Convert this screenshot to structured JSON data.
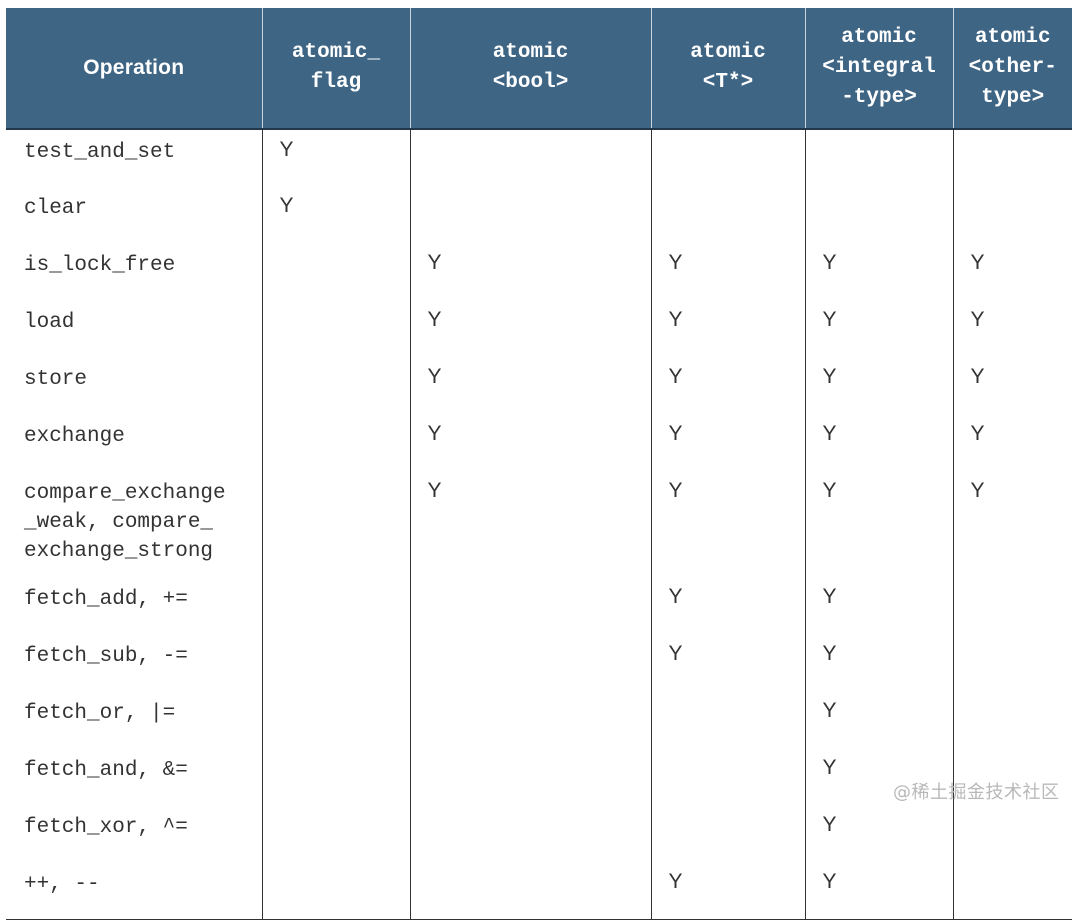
{
  "header": {
    "operation": "Operation",
    "types": [
      "atomic_\nflag",
      "atomic\n<bool>",
      "atomic\n<T*>",
      "atomic\n<integral\n-type>",
      "atomic\n<other-\ntype>"
    ]
  },
  "rows": [
    {
      "op": "test_and_set",
      "marks": [
        "Y",
        "",
        "",
        "",
        ""
      ]
    },
    {
      "op": "clear",
      "marks": [
        "Y",
        "",
        "",
        "",
        ""
      ]
    },
    {
      "op": "is_lock_free",
      "marks": [
        "",
        "Y",
        "Y",
        "Y",
        "Y"
      ]
    },
    {
      "op": "load",
      "marks": [
        "",
        "Y",
        "Y",
        "Y",
        "Y"
      ]
    },
    {
      "op": "store",
      "marks": [
        "",
        "Y",
        "Y",
        "Y",
        "Y"
      ]
    },
    {
      "op": "exchange",
      "marks": [
        "",
        "Y",
        "Y",
        "Y",
        "Y"
      ]
    },
    {
      "op": "compare_exchange\n_weak, compare_\nexchange_strong",
      "marks": [
        "",
        "Y",
        "Y",
        "Y",
        "Y"
      ]
    },
    {
      "op": "fetch_add, +=",
      "marks": [
        "",
        "",
        "Y",
        "Y",
        ""
      ]
    },
    {
      "op": "fetch_sub, -=",
      "marks": [
        "",
        "",
        "Y",
        "Y",
        ""
      ]
    },
    {
      "op": "fetch_or, |=",
      "marks": [
        "",
        "",
        "",
        "Y",
        ""
      ]
    },
    {
      "op": "fetch_and, &=",
      "marks": [
        "",
        "",
        "",
        "Y",
        ""
      ]
    },
    {
      "op": "fetch_xor, ^=",
      "marks": [
        "",
        "",
        "",
        "Y",
        ""
      ]
    },
    {
      "op": "++, --",
      "marks": [
        "",
        "",
        "Y",
        "Y",
        ""
      ]
    }
  ],
  "watermark": "@稀土掘金技术社区"
}
